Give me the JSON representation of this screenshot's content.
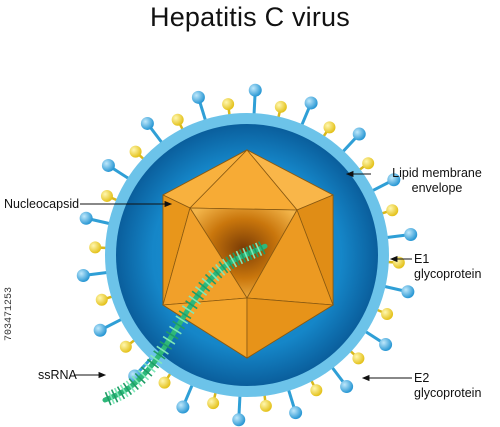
{
  "title": "Hepatitis C virus",
  "labels": {
    "lipid_membrane": "Lipid membrane envelope",
    "lipid_membrane_line1": "Lipid membrane",
    "lipid_membrane_line2": "envelope",
    "nucleocapsid": "Nucleocapsid",
    "e1": "E1 glycoprotein",
    "ssrna": "ssRNA",
    "e2": "E2 glycoprotein"
  },
  "watermark_id": "703471253",
  "colors": {
    "envelope_outer": "#4fb3e0",
    "envelope_inner": "#0f74b8",
    "capsid": "#f4a21e",
    "capsid_dark": "#c5750a",
    "e1_glycoprotein": "#f2d63a",
    "e2_glycoprotein": "#4ab0e2",
    "rna": "#3fcf8f"
  }
}
